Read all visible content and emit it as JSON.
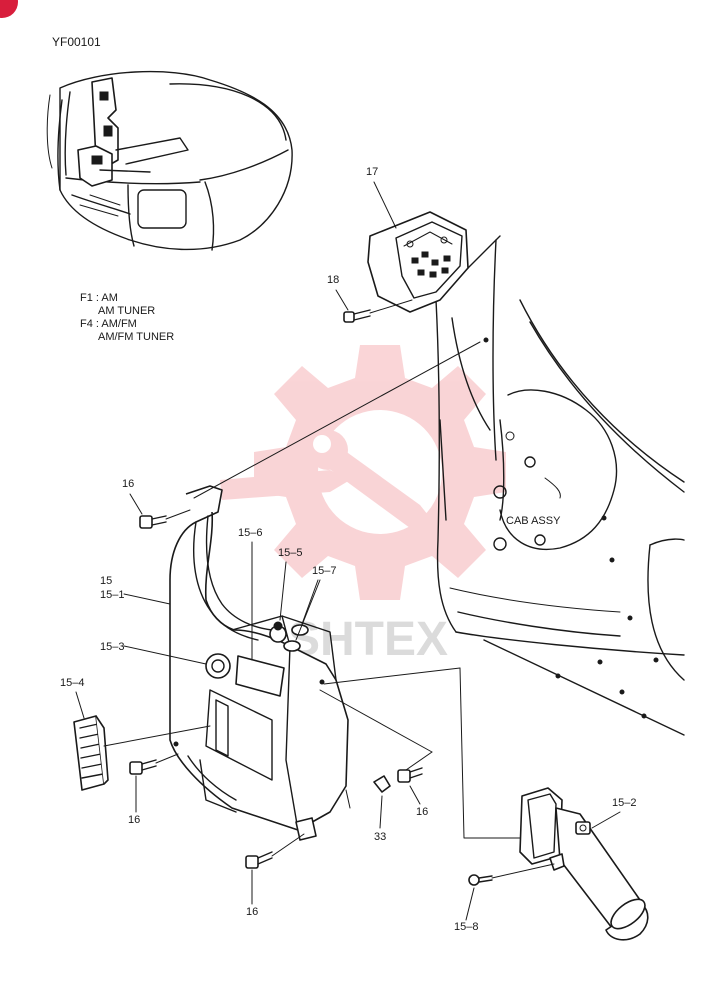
{
  "diagram_code": "YF00101",
  "notes": {
    "line1": "F1 : AM",
    "line2": "AM TUNER",
    "line3": "F4 : AM/FM",
    "line4": "AM/FM TUNER"
  },
  "watermark_text": "SHTEX",
  "labels": {
    "p17": "17",
    "p18": "18",
    "p16_a": "16",
    "p16_b": "16",
    "p16_c": "16",
    "p16_d": "16",
    "p15_6": "15–6",
    "p15_5": "15–5",
    "p15_7": "15–7",
    "p15": "15",
    "p15_1": "15–1",
    "p15_3": "15–3",
    "p15_4": "15–4",
    "p33": "33",
    "p15_2": "15–2",
    "p15_8": "15–8",
    "cab_assy": "CAB ASSY"
  },
  "colors": {
    "ink": "#1a1a1a",
    "watermark": "#e8404a",
    "corner_badge": "#d81e3c"
  }
}
